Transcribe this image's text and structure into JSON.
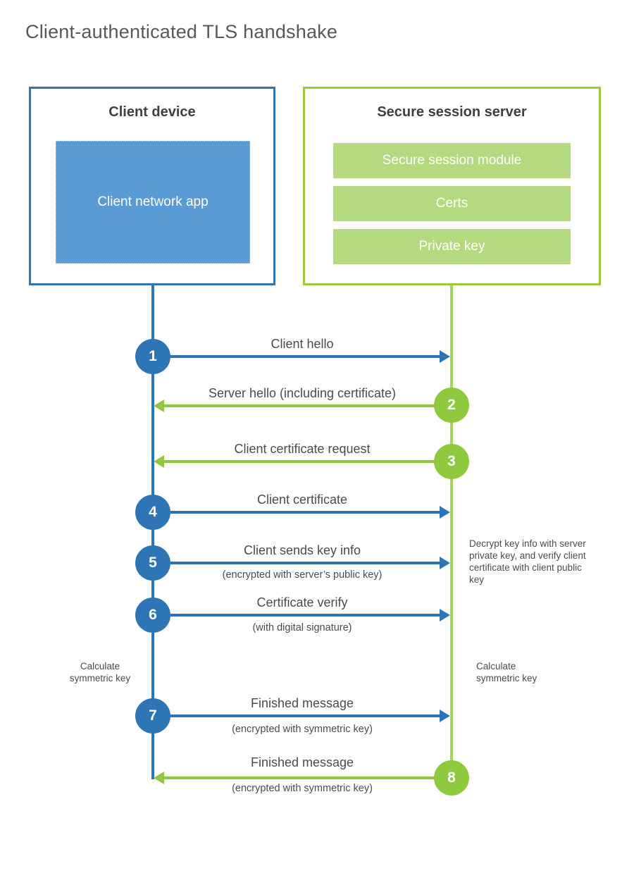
{
  "title": "Client-authenticated TLS handshake",
  "client": {
    "title": "Client device",
    "app_label": "Client network app"
  },
  "server": {
    "title": "Secure session server",
    "modules": [
      "Secure session module",
      "Certs",
      "Private key"
    ]
  },
  "steps": [
    {
      "number": "1",
      "label": "Client hello",
      "sublabel": "",
      "direction": "right",
      "color": "blue"
    },
    {
      "number": "2",
      "label": "Server hello (including certificate)",
      "sublabel": "",
      "direction": "left",
      "color": "green"
    },
    {
      "number": "3",
      "label": "Client certificate request",
      "sublabel": "",
      "direction": "left",
      "color": "green"
    },
    {
      "number": "4",
      "label": "Client certificate",
      "sublabel": "",
      "direction": "right",
      "color": "blue"
    },
    {
      "number": "5",
      "label": "Client sends key info",
      "sublabel": "(encrypted with server’s public key)",
      "direction": "right",
      "color": "blue"
    },
    {
      "number": "6",
      "label": "Certificate verify",
      "sublabel": "(with digital signature)",
      "direction": "right",
      "color": "blue"
    },
    {
      "number": "7",
      "label": "Finished message",
      "sublabel": "(encrypted with symmetric key)",
      "direction": "right",
      "color": "blue"
    },
    {
      "number": "8",
      "label": "Finished message",
      "sublabel": "(encrypted with symmetric key)",
      "direction": "left",
      "color": "green"
    }
  ],
  "notes": {
    "decrypt": "Decrypt key info with server private key, and verify client certificate with client public key",
    "calculate_left": "Calculate symmetric key",
    "calculate_right": "Calculate symmetric key"
  },
  "colors": {
    "blue": "#2e75b6",
    "blue_fill": "#5b9bd5",
    "green": "#8fc73f",
    "green_line": "#a5d462",
    "green_fill": "#b5d97e"
  }
}
